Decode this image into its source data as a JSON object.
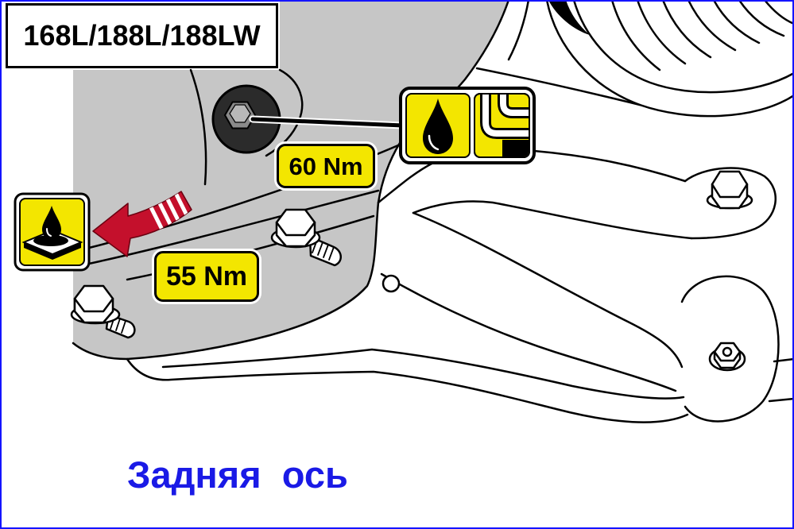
{
  "figure": {
    "model_label": "168L/188L/188LW",
    "torque": {
      "fill_plug": "60 Nm",
      "cover_bolts": "55 Nm"
    },
    "caption": "Задняя  ось"
  },
  "icons": {
    "fluid_fill": "oil-fill-plug-icon",
    "sealant": "sealant-icon",
    "direction": "arrow-left-icon"
  },
  "colors": {
    "label_yellow": "#f3e600",
    "caption_blue": "#1a1ae6",
    "frame_blue": "#1414ff",
    "arrow_red": "#c4102c",
    "housing_gray": "#c6c6c6"
  }
}
